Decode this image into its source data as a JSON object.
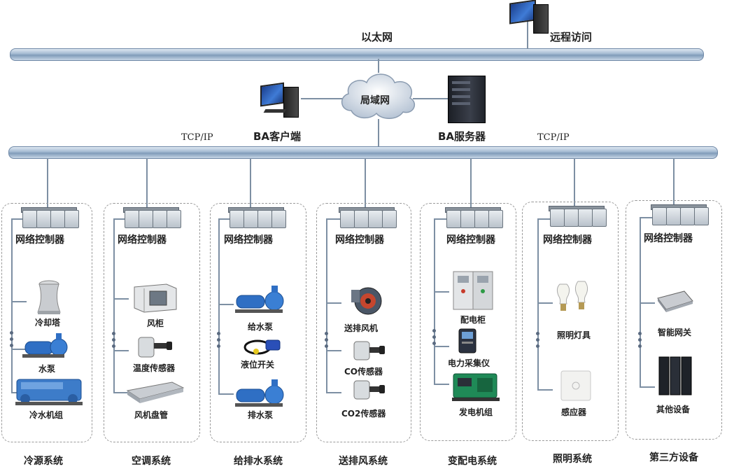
{
  "network": {
    "ethernet": "以太网",
    "remote_access": "远程访问",
    "lan": "局域网",
    "ba_client": "BA客户端",
    "ba_server": "BA服务器",
    "tcp_left": "TCP/IP",
    "tcp_right": "TCP/IP"
  },
  "controller_label": "网络控制器",
  "systems": [
    {
      "name": "冷源系统",
      "devices": [
        "冷却塔",
        "水泵",
        "冷水机组"
      ]
    },
    {
      "name": "空调系统",
      "devices": [
        "风柜",
        "温度传感器",
        "风机盘管"
      ]
    },
    {
      "name": "给排水系统",
      "devices": [
        "给水泵",
        "液位开关",
        "排水泵"
      ]
    },
    {
      "name": "送排风系统",
      "devices": [
        "送排风机",
        "CO传感器",
        "CO2传感器"
      ]
    },
    {
      "name": "变配电系统",
      "devices": [
        "配电柜",
        "电力采集仪",
        "发电机组"
      ]
    },
    {
      "name": "照明系统",
      "devices": [
        "照明灯具",
        "感应器"
      ]
    },
    {
      "name": "第三方设备",
      "devices": [
        "智能网关",
        "其他设备"
      ]
    }
  ],
  "colors": {
    "bus": "#8fa8c4",
    "line": "#7d8fa3",
    "screen": "#2f63c0"
  }
}
